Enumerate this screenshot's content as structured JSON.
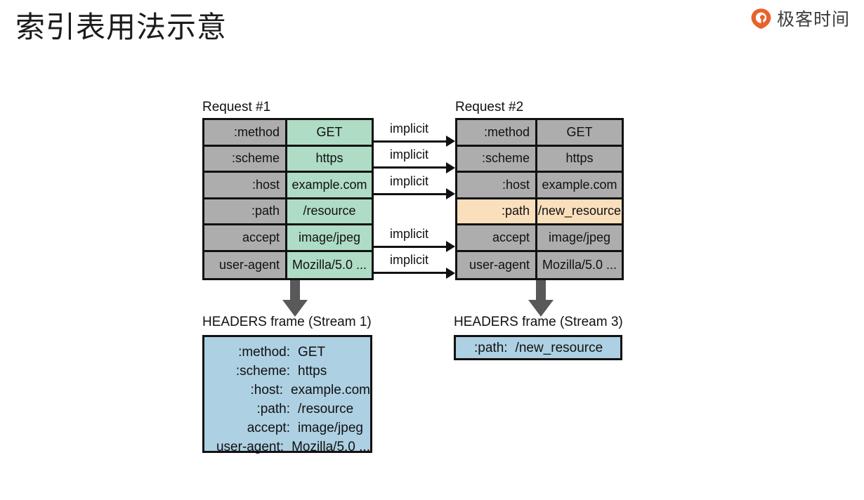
{
  "header": {
    "title": "索引表用法示意",
    "brand_text": "极客时间",
    "brand_icon": "geek-time-logo-icon",
    "brand_color": "#e8622c"
  },
  "diagram": {
    "request1": {
      "label": "Request #1",
      "rows": [
        {
          "name": ":method",
          "value": "GET"
        },
        {
          "name": ":scheme",
          "value": "https"
        },
        {
          "name": ":host",
          "value": "example.com"
        },
        {
          "name": ":path",
          "value": "/resource"
        },
        {
          "name": "accept",
          "value": "image/jpeg"
        },
        {
          "name": "user-agent",
          "value": "Mozilla/5.0 ..."
        }
      ]
    },
    "request2": {
      "label": "Request #2",
      "rows": [
        {
          "name": ":method",
          "value": "GET",
          "highlight": false
        },
        {
          "name": ":scheme",
          "value": "https",
          "highlight": false
        },
        {
          "name": ":host",
          "value": "example.com",
          "highlight": false
        },
        {
          "name": ":path",
          "value": "/new_resource",
          "highlight": true
        },
        {
          "name": "accept",
          "value": "image/jpeg",
          "highlight": false
        },
        {
          "name": "user-agent",
          "value": "Mozilla/5.0 ...",
          "highlight": false
        }
      ]
    },
    "connectors": [
      {
        "label": "implicit",
        "row": 0
      },
      {
        "label": "implicit",
        "row": 1
      },
      {
        "label": "implicit",
        "row": 2
      },
      {
        "label": "implicit",
        "row": 4
      },
      {
        "label": "implicit",
        "row": 5
      }
    ],
    "frame1": {
      "label": "HEADERS frame (Stream 1)",
      "lines": [
        {
          "key": ":method:",
          "value": "GET"
        },
        {
          "key": ":scheme:",
          "value": "https"
        },
        {
          "key": ":host:",
          "value": "example.com"
        },
        {
          "key": ":path:",
          "value": "/resource"
        },
        {
          "key": "accept:",
          "value": "image/jpeg"
        },
        {
          "key": "user-agent:",
          "value": "Mozilla/5.0 ..."
        }
      ]
    },
    "frame2": {
      "label": "HEADERS frame (Stream 3)",
      "lines": [
        {
          "key": ":path:",
          "value": "/new_resource"
        }
      ]
    },
    "colors": {
      "cell_name_bg": "#adadad",
      "cell_value_green_bg": "#aedcc4",
      "cell_highlight_bg": "#fadfbc",
      "frame_bg": "#aed0e3",
      "arrow_gray": "#595959",
      "stroke": "#111111"
    }
  }
}
